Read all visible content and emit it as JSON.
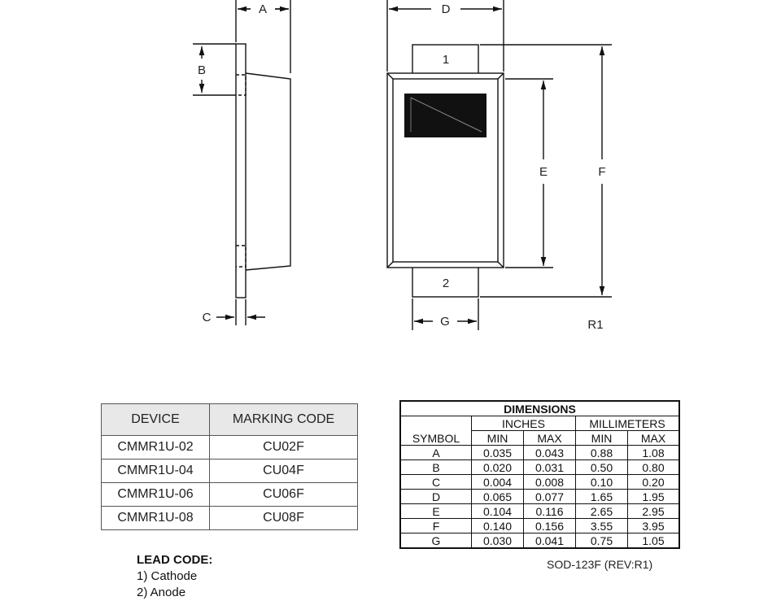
{
  "drawing": {
    "dim_labels": {
      "a": "A",
      "b": "B",
      "c": "C",
      "d": "D",
      "e": "E",
      "f": "F",
      "g": "G"
    },
    "pin_labels": {
      "pin1": "1",
      "pin2": "2"
    },
    "revision": "R1"
  },
  "device_table": {
    "headers": [
      "DEVICE",
      "MARKING CODE"
    ],
    "rows": [
      [
        "CMMR1U-02",
        "CU02F"
      ],
      [
        "CMMR1U-04",
        "CU04F"
      ],
      [
        "CMMR1U-06",
        "CU06F"
      ],
      [
        "CMMR1U-08",
        "CU08F"
      ]
    ]
  },
  "dimensions_table": {
    "title": "DIMENSIONS",
    "inches_label": "INCHES",
    "mm_label": "MILLIMETERS",
    "symbol_label": "SYMBOL",
    "min_label": "MIN",
    "max_label": "MAX",
    "rows": [
      [
        "A",
        "0.035",
        "0.043",
        "0.88",
        "1.08"
      ],
      [
        "B",
        "0.020",
        "0.031",
        "0.50",
        "0.80"
      ],
      [
        "C",
        "0.004",
        "0.008",
        "0.10",
        "0.20"
      ],
      [
        "D",
        "0.065",
        "0.077",
        "1.65",
        "1.95"
      ],
      [
        "E",
        "0.104",
        "0.116",
        "2.65",
        "2.95"
      ],
      [
        "F",
        "0.140",
        "0.156",
        "3.55",
        "3.95"
      ],
      [
        "G",
        "0.030",
        "0.041",
        "0.75",
        "1.05"
      ]
    ]
  },
  "package_note": "SOD-123F (REV:R1)",
  "lead_code": {
    "title": "LEAD CODE:",
    "items": [
      "1) Cathode",
      "2) Anode"
    ]
  }
}
